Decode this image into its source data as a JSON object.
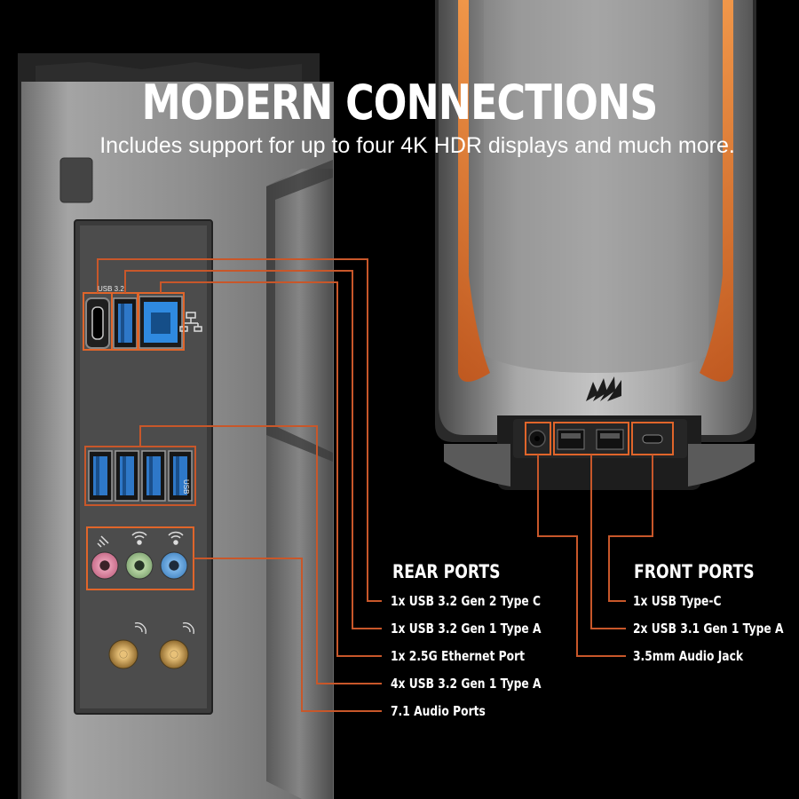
{
  "heading": {
    "title": "MODERN CONNECTIONS",
    "subtitle": "Includes support for up to four 4K HDR displays and much more."
  },
  "rear_panel": {
    "usb_group_label": "USB 3.2",
    "usb_side_label": "USB"
  },
  "rear_ports": {
    "title": "REAR PORTS",
    "items": [
      "1x USB 3.2 Gen 2 Type C",
      "1x USB 3.2 Gen 1 Type A",
      "1x 2.5G Ethernet Port",
      "4x USB 3.2 Gen 1 Type A",
      "7.1 Audio Ports"
    ]
  },
  "front_ports": {
    "title": "FRONT PORTS",
    "items": [
      "1x USB Type-C",
      "2x USB 3.1 Gen 1 Type A",
      "3.5mm Audio Jack"
    ]
  },
  "colors": {
    "accent_orange": "#e0652a",
    "callout_line": "#c8572a",
    "usb_blue": "#2e78c8",
    "ethernet_blue": "#2f8ae0",
    "chassis_gray": "#9a9a9a"
  },
  "icons": [
    "corsair-logo-icon",
    "ethernet-icon",
    "microphone-icon",
    "audio-wave-icon",
    "wifi-antenna-icon"
  ]
}
